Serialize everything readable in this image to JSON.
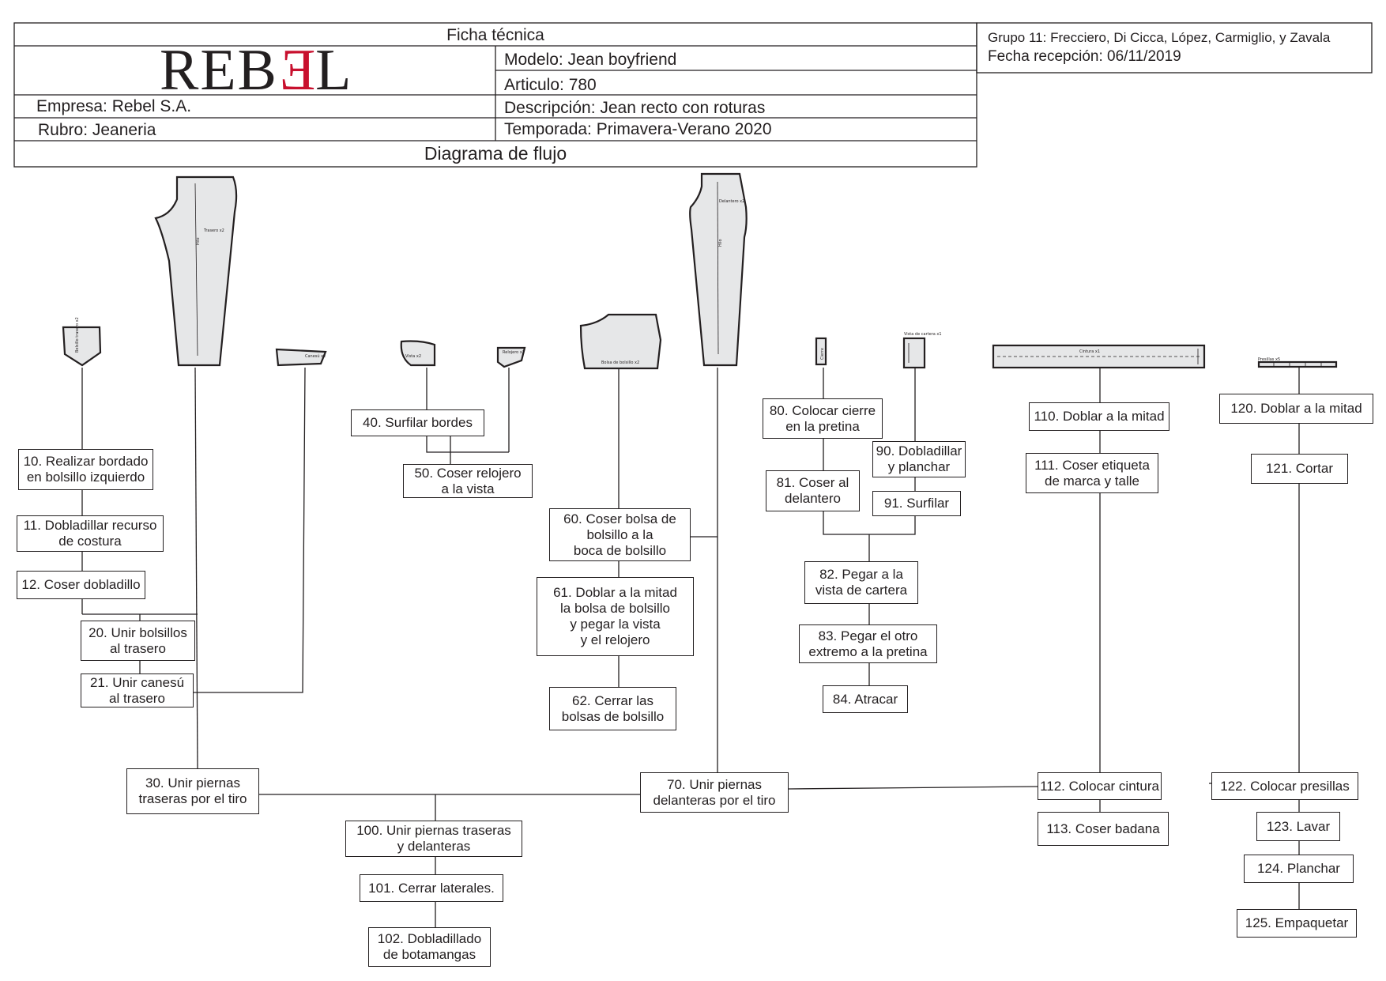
{
  "header": {
    "title": "Ficha técnica",
    "brand_left": "REB",
    "brand_mirror": "E",
    "brand_right": "L",
    "empresa": "Empresa: Rebel S.A.",
    "rubro": "Rubro: Jeaneria",
    "modelo": "Modelo: Jean boyfriend",
    "articulo": "Articulo: 780",
    "descripcion": "Descripción: Jean recto con roturas",
    "temporada": "Temporada: Primavera-Verano 2020",
    "diagram_title": "Diagrama de flujo",
    "grupo": "Grupo 11: Frecciero, Di Cicca, López, Carmiglio, y Zavala",
    "fecha": "Fecha recepción: 06/11/2019"
  },
  "pieces": {
    "trasero": "Trasero x2",
    "delantero": "Delantero x2",
    "bolsillo_trasero": "Bolsillo trasero x2",
    "canesu": "Canesú x2",
    "vista": "Vista x2",
    "relojero": "Relojero x1",
    "bolsa": "Bolsa de bolsillo x2",
    "cierre": "Cierre",
    "vista_cartera": "Vista de cartera x1",
    "cintura": "Cintura x1",
    "presillas": "Presillas x5",
    "hilo": "Hilo"
  },
  "steps": {
    "s10": "10. Realizar bordado\nen bolsillo izquierdo",
    "s11": "11. Dobladillar recurso\nde costura",
    "s12": "12. Coser dobladillo",
    "s20": "20. Unir bolsillos\nal trasero",
    "s21": "21. Unir canesú\nal trasero",
    "s30": "30. Unir piernas\ntraseras por el tiro",
    "s40": "40. Surfilar bordes",
    "s50": "50. Coser relojero\na la vista",
    "s60": "60. Coser bolsa de\nbolsillo a la\nboca de bolsillo",
    "s61": "61. Doblar a la mitad\nla bolsa de bolsillo\ny pegar la vista\ny el relojero",
    "s62": "62. Cerrar las\nbolsas de bolsillo",
    "s70": "70. Unir piernas\ndelanteras por el tiro",
    "s80": "80. Colocar cierre\nen la pretina",
    "s81": "81. Coser al\ndelantero",
    "s82": "82. Pegar a la\nvista de cartera",
    "s83": "83. Pegar el otro\nextremo a la pretina",
    "s84": "84. Atracar",
    "s90": "90. Dobladillar\ny planchar",
    "s91": "91. Surfilar",
    "s100": "100. Unir piernas traseras\ny delanteras",
    "s101": "101. Cerrar laterales.",
    "s102": "102. Dobladillado\nde botamangas",
    "s110": "110. Doblar a la mitad",
    "s111": "111. Coser etiqueta\nde marca y talle",
    "s112": "112. Colocar cintura",
    "s113": "113. Coser badana",
    "s120": "120. Doblar a la mitad",
    "s121": "121. Cortar",
    "s122": "122. Colocar presillas",
    "s123": "123. Lavar",
    "s124": "124. Planchar",
    "s125": "125. Empaquetar"
  }
}
